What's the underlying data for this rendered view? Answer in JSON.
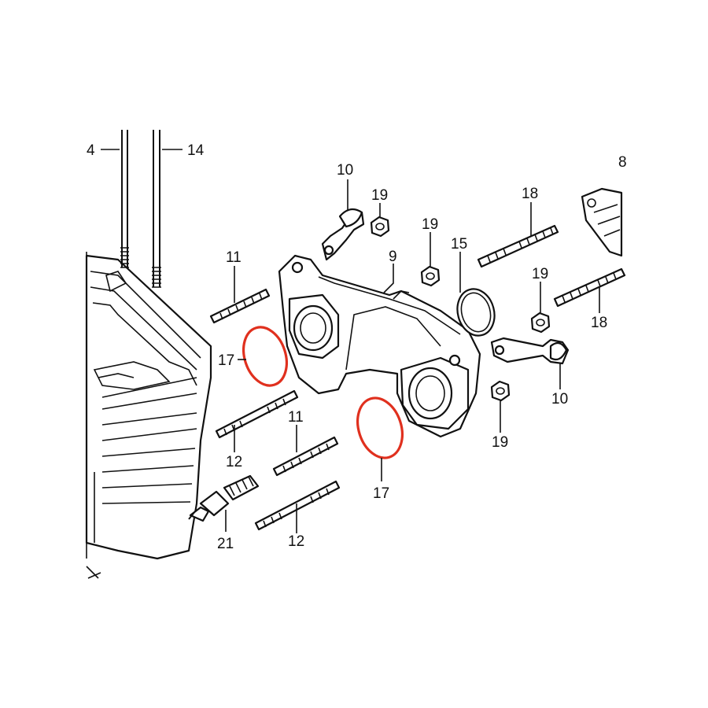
{
  "diagram": {
    "highlight_color": "#e0301e",
    "line_color": "#111111",
    "callouts": {
      "c4": "4",
      "c14": "14",
      "c10_top": "10",
      "c19_a": "19",
      "c19_b": "19",
      "c18_top": "18",
      "c11_top": "11",
      "c9": "9",
      "c15": "15",
      "c19_c": "19",
      "c18_right": "18",
      "c17_left": "17",
      "c10_bottom": "10",
      "c11_mid": "11",
      "c12_left": "12",
      "c19_d": "19",
      "c17_bottom": "17",
      "c12_bottom": "12",
      "c21": "21",
      "c8_partial": "8"
    },
    "highlighted_parts": [
      "17"
    ]
  }
}
